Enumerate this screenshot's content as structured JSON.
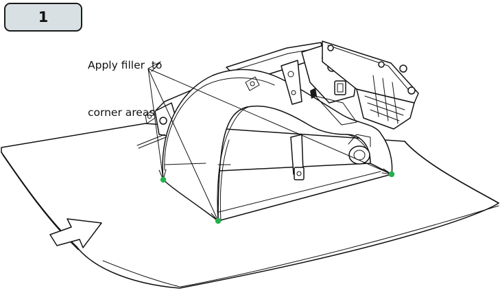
{
  "step": {
    "number": "1"
  },
  "callout": {
    "lines": [
      "Apply filler  to",
      "corner areas"
    ]
  },
  "colors": {
    "badge_fill": "#d8e0e3",
    "badge_stroke": "#1a1a1a",
    "corner_marker": "#22b14c",
    "outline": "#111111"
  },
  "diagram": {
    "corner_markers": [
      {
        "name": "corner-marker-left"
      },
      {
        "name": "corner-marker-front"
      },
      {
        "name": "corner-marker-right"
      }
    ],
    "direction_arrow_icon": "hollow-arrow-right-icon"
  }
}
